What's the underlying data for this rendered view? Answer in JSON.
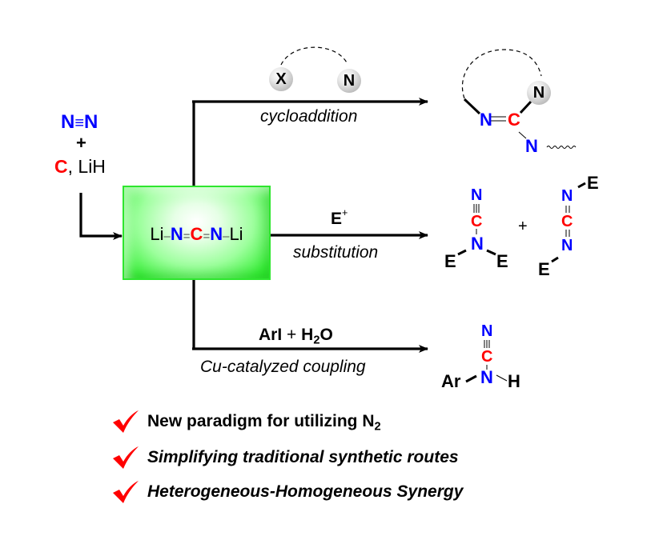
{
  "reactants": {
    "dinitrogen": {
      "left": "N",
      "bond": "≡",
      "right": "N"
    },
    "plus": "+",
    "carbon": "C",
    "separator": ",",
    "hydride": "LiH"
  },
  "intermediate": {
    "parts": [
      "Li",
      "–",
      "N",
      "=",
      "C",
      "=",
      "N",
      "–",
      "Li"
    ]
  },
  "pathways": [
    {
      "name": "cycloaddition",
      "label": "cycloaddition",
      "reagent_balls": [
        "X",
        "N"
      ],
      "product": {
        "atoms": [
          "N",
          "C",
          "N"
        ],
        "ball": "N"
      }
    },
    {
      "name": "substitution",
      "reagent": "E",
      "reagent_charge": "+",
      "label": "substitution",
      "products": [
        {
          "atoms": [
            "N",
            "C",
            "N"
          ],
          "groups": [
            "E",
            "E"
          ]
        },
        {
          "atoms": [
            "N",
            "C",
            "N"
          ],
          "groups": [
            "E",
            "E"
          ]
        }
      ],
      "plus": "+"
    },
    {
      "name": "coupling",
      "reagent_a": "ArI",
      "reagent_plus": "+",
      "reagent_b": "H",
      "reagent_b_sub": "2",
      "reagent_b_tail": "O",
      "label": "Cu-catalyzed coupling",
      "product": {
        "atoms": [
          "N",
          "C",
          "N"
        ],
        "groups": [
          "Ar",
          "H"
        ]
      }
    }
  ],
  "bullets": [
    {
      "text": "New paradigm for utilizing N",
      "sub": "2",
      "italic": false
    },
    {
      "text": "Simplifying traditional synthetic routes",
      "sub": "",
      "italic": true
    },
    {
      "text": "Heterogeneous-Homogeneous Synergy",
      "sub": "",
      "italic": true
    }
  ],
  "colors": {
    "nitrogen": "#0000ff",
    "carbon": "#ff0000",
    "check": "#ff0000",
    "box": "#33ee33"
  }
}
